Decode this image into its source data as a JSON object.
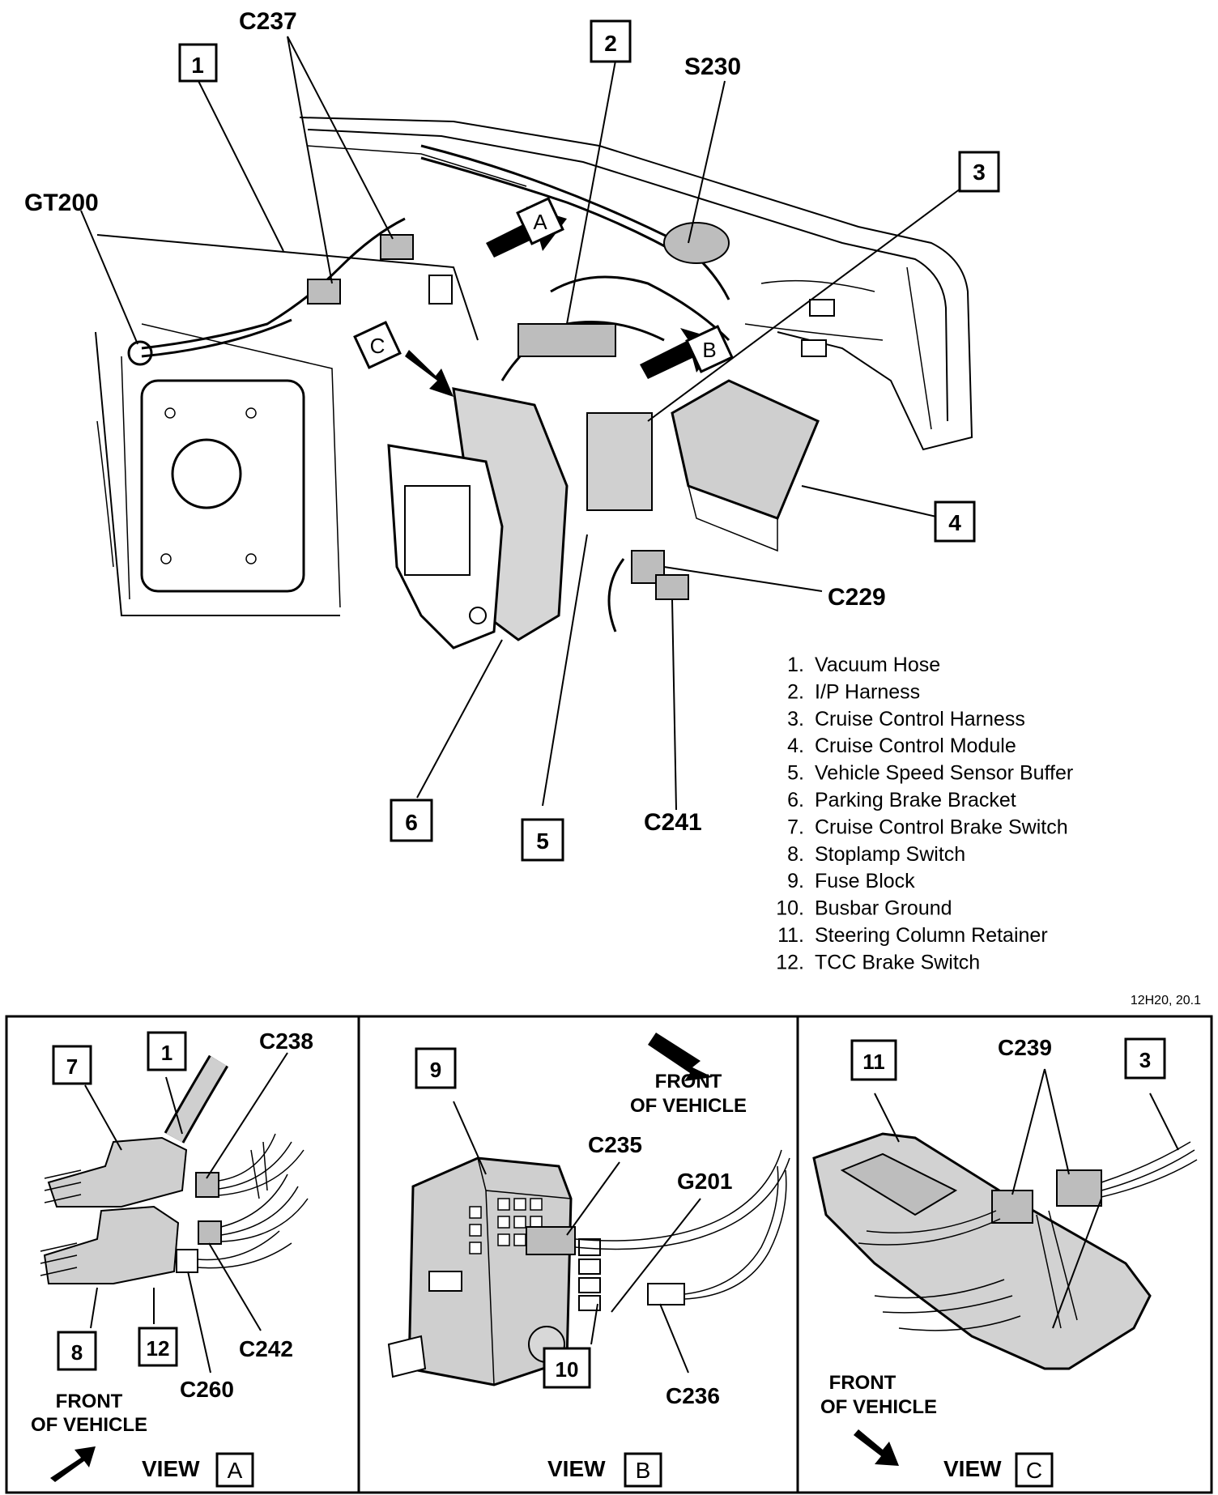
{
  "figure_code": "12H20, 20.1",
  "callouts": {
    "c237": "C237",
    "gt200": "GT200",
    "s230": "S230",
    "c229": "C229",
    "c241": "C241",
    "n1": "1",
    "n2": "2",
    "n3": "3",
    "n4": "4",
    "n5": "5",
    "n6": "6",
    "view_a_marker": "A",
    "view_b_marker": "B",
    "view_c_marker": "C"
  },
  "legend": [
    {
      "num": "1.",
      "label": "Vacuum Hose"
    },
    {
      "num": "2.",
      "label": "I/P Harness"
    },
    {
      "num": "3.",
      "label": "Cruise Control Harness"
    },
    {
      "num": "4.",
      "label": "Cruise Control Module"
    },
    {
      "num": "5.",
      "label": "Vehicle Speed Sensor Buffer"
    },
    {
      "num": "6.",
      "label": "Parking Brake Bracket"
    },
    {
      "num": "7.",
      "label": "Cruise Control Brake Switch"
    },
    {
      "num": "8.",
      "label": "Stoplamp Switch"
    },
    {
      "num": "9.",
      "label": "Fuse Block"
    },
    {
      "num": "10.",
      "label": "Busbar Ground"
    },
    {
      "num": "11.",
      "label": "Steering Column Retainer"
    },
    {
      "num": "12.",
      "label": "TCC Brake Switch"
    }
  ],
  "view_a": {
    "view_word": "VIEW",
    "view_letter": "A",
    "n7": "7",
    "n1": "1",
    "n8": "8",
    "n12": "12",
    "c238": "C238",
    "c242": "C242",
    "c260": "C260",
    "front_line1": "FRONT",
    "front_line2": "OF VEHICLE"
  },
  "view_b": {
    "view_word": "VIEW",
    "view_letter": "B",
    "n9": "9",
    "n10": "10",
    "c235": "C235",
    "g201": "G201",
    "c236": "C236",
    "front_line1": "FRONT",
    "front_line2": "OF VEHICLE"
  },
  "view_c": {
    "view_word": "VIEW",
    "view_letter": "C",
    "n11": "11",
    "n3": "3",
    "c239": "C239",
    "front_line1": "FRONT",
    "front_line2": "OF VEHICLE"
  }
}
